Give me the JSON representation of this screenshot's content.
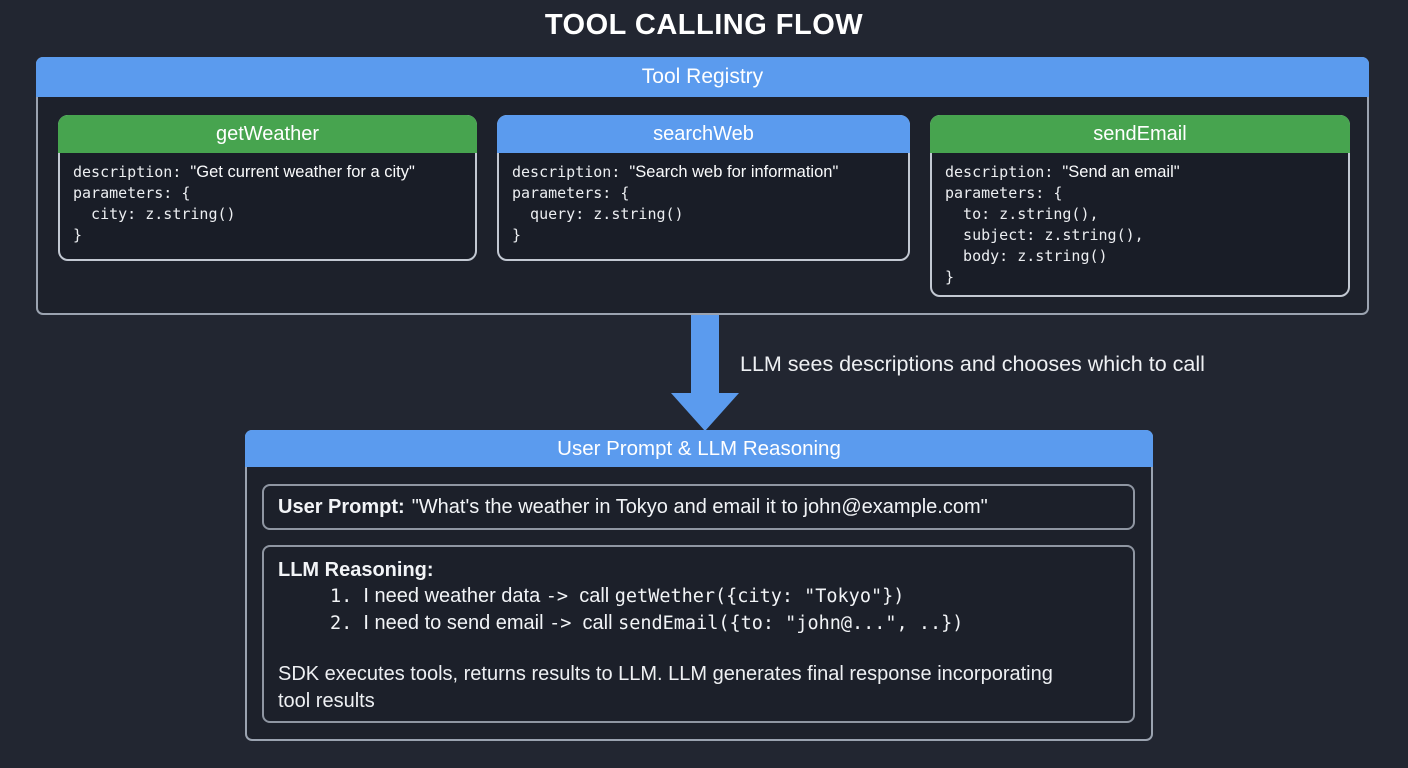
{
  "title": "TOOL CALLING FLOW",
  "colors": {
    "background": "#222631",
    "accent_blue": "#5b9bee",
    "accent_green": "#47a44f",
    "panel_border": "#9ba3b0"
  },
  "tool_registry": {
    "header": "Tool Registry",
    "tools": [
      {
        "name": "getWeather",
        "header_color": "green",
        "lines": [
          [
            {
              "t": "description: ",
              "f": "mono"
            },
            {
              "t": "\"Get current weather for a city\"",
              "f": "sans"
            }
          ],
          [
            {
              "t": "parameters: {",
              "f": "mono"
            }
          ],
          [
            {
              "t": "  city: z.string()",
              "f": "mono"
            }
          ],
          [
            {
              "t": "}",
              "f": "mono"
            }
          ]
        ]
      },
      {
        "name": "searchWeb",
        "header_color": "blue",
        "lines": [
          [
            {
              "t": "description: ",
              "f": "mono"
            },
            {
              "t": "\"Search web for information\"",
              "f": "sans"
            }
          ],
          [
            {
              "t": "parameters: {",
              "f": "mono"
            }
          ],
          [
            {
              "t": "  query: z.string()",
              "f": "mono"
            }
          ],
          [
            {
              "t": "}",
              "f": "mono"
            }
          ]
        ]
      },
      {
        "name": "sendEmail",
        "header_color": "green",
        "lines": [
          [
            {
              "t": "description: ",
              "f": "mono"
            },
            {
              "t": "\"Send an email\"",
              "f": "sans"
            }
          ],
          [
            {
              "t": "parameters: {",
              "f": "mono"
            }
          ],
          [
            {
              "t": "  to: z.string(),",
              "f": "mono"
            }
          ],
          [
            {
              "t": "  subject: z.string(),",
              "f": "mono"
            }
          ],
          [
            {
              "t": "  body: z.string()",
              "f": "mono"
            }
          ],
          [
            {
              "t": "}",
              "f": "mono"
            }
          ]
        ]
      }
    ]
  },
  "arrow_caption": "LLM sees descriptions and chooses which to call",
  "prompt_section": {
    "header": "User Prompt & LLM Reasoning",
    "user_prompt": {
      "label": "User Prompt:",
      "text": "\"What's the weather in Tokyo and email it to john@example.com\""
    },
    "reasoning": {
      "label": "LLM Reasoning:",
      "steps": [
        [
          {
            "t": "1. ",
            "f": "mono"
          },
          {
            "t": "I need weather data ",
            "f": "sans"
          },
          {
            "t": "-> ",
            "f": "mono"
          },
          {
            "t": "call ",
            "f": "sans"
          },
          {
            "t": "getWether({city: \"Tokyo\"})",
            "f": "mono"
          }
        ],
        [
          {
            "t": "2. ",
            "f": "mono"
          },
          {
            "t": "I need to send email ",
            "f": "sans"
          },
          {
            "t": "-> ",
            "f": "mono"
          },
          {
            "t": "call ",
            "f": "sans"
          },
          {
            "t": "sendEmail({to: \"john@...\", ..})",
            "f": "mono"
          }
        ]
      ],
      "footer": "SDK executes tools, returns results to LLM. LLM generates final response incorporating tool results"
    }
  }
}
